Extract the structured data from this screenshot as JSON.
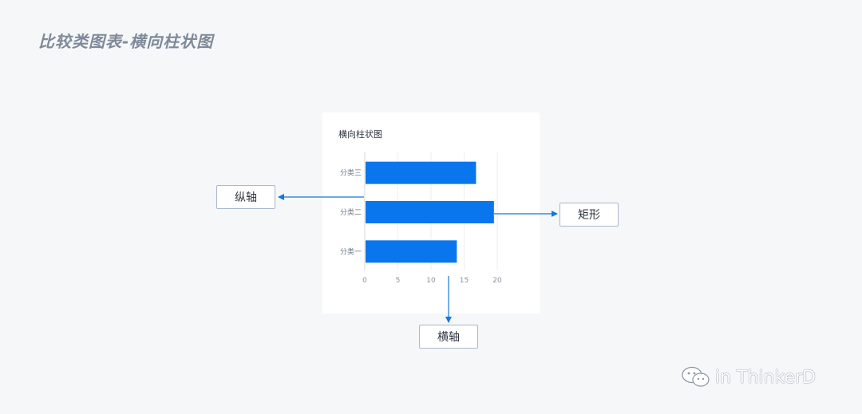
{
  "page_title": "比较类图表-横向柱状图",
  "chart_data": {
    "type": "bar",
    "orientation": "horizontal",
    "title": "横向柱状图",
    "categories": [
      "分类三",
      "分类二",
      "分类一"
    ],
    "values": [
      16.8,
      19.5,
      13.9
    ],
    "xlim": [
      0,
      20
    ],
    "xticks": [
      "0",
      "5",
      "10",
      "15",
      "20"
    ],
    "grid": true,
    "bar_color": "#0a76ed"
  },
  "callouts": {
    "y_axis": "纵轴",
    "rect": "矩形",
    "x_axis": "横轴"
  },
  "watermark": {
    "text": "in ThinkerD",
    "icon": "wechat-icon"
  },
  "colors": {
    "accent": "#0a76ed",
    "arrow": "#1677d6"
  }
}
